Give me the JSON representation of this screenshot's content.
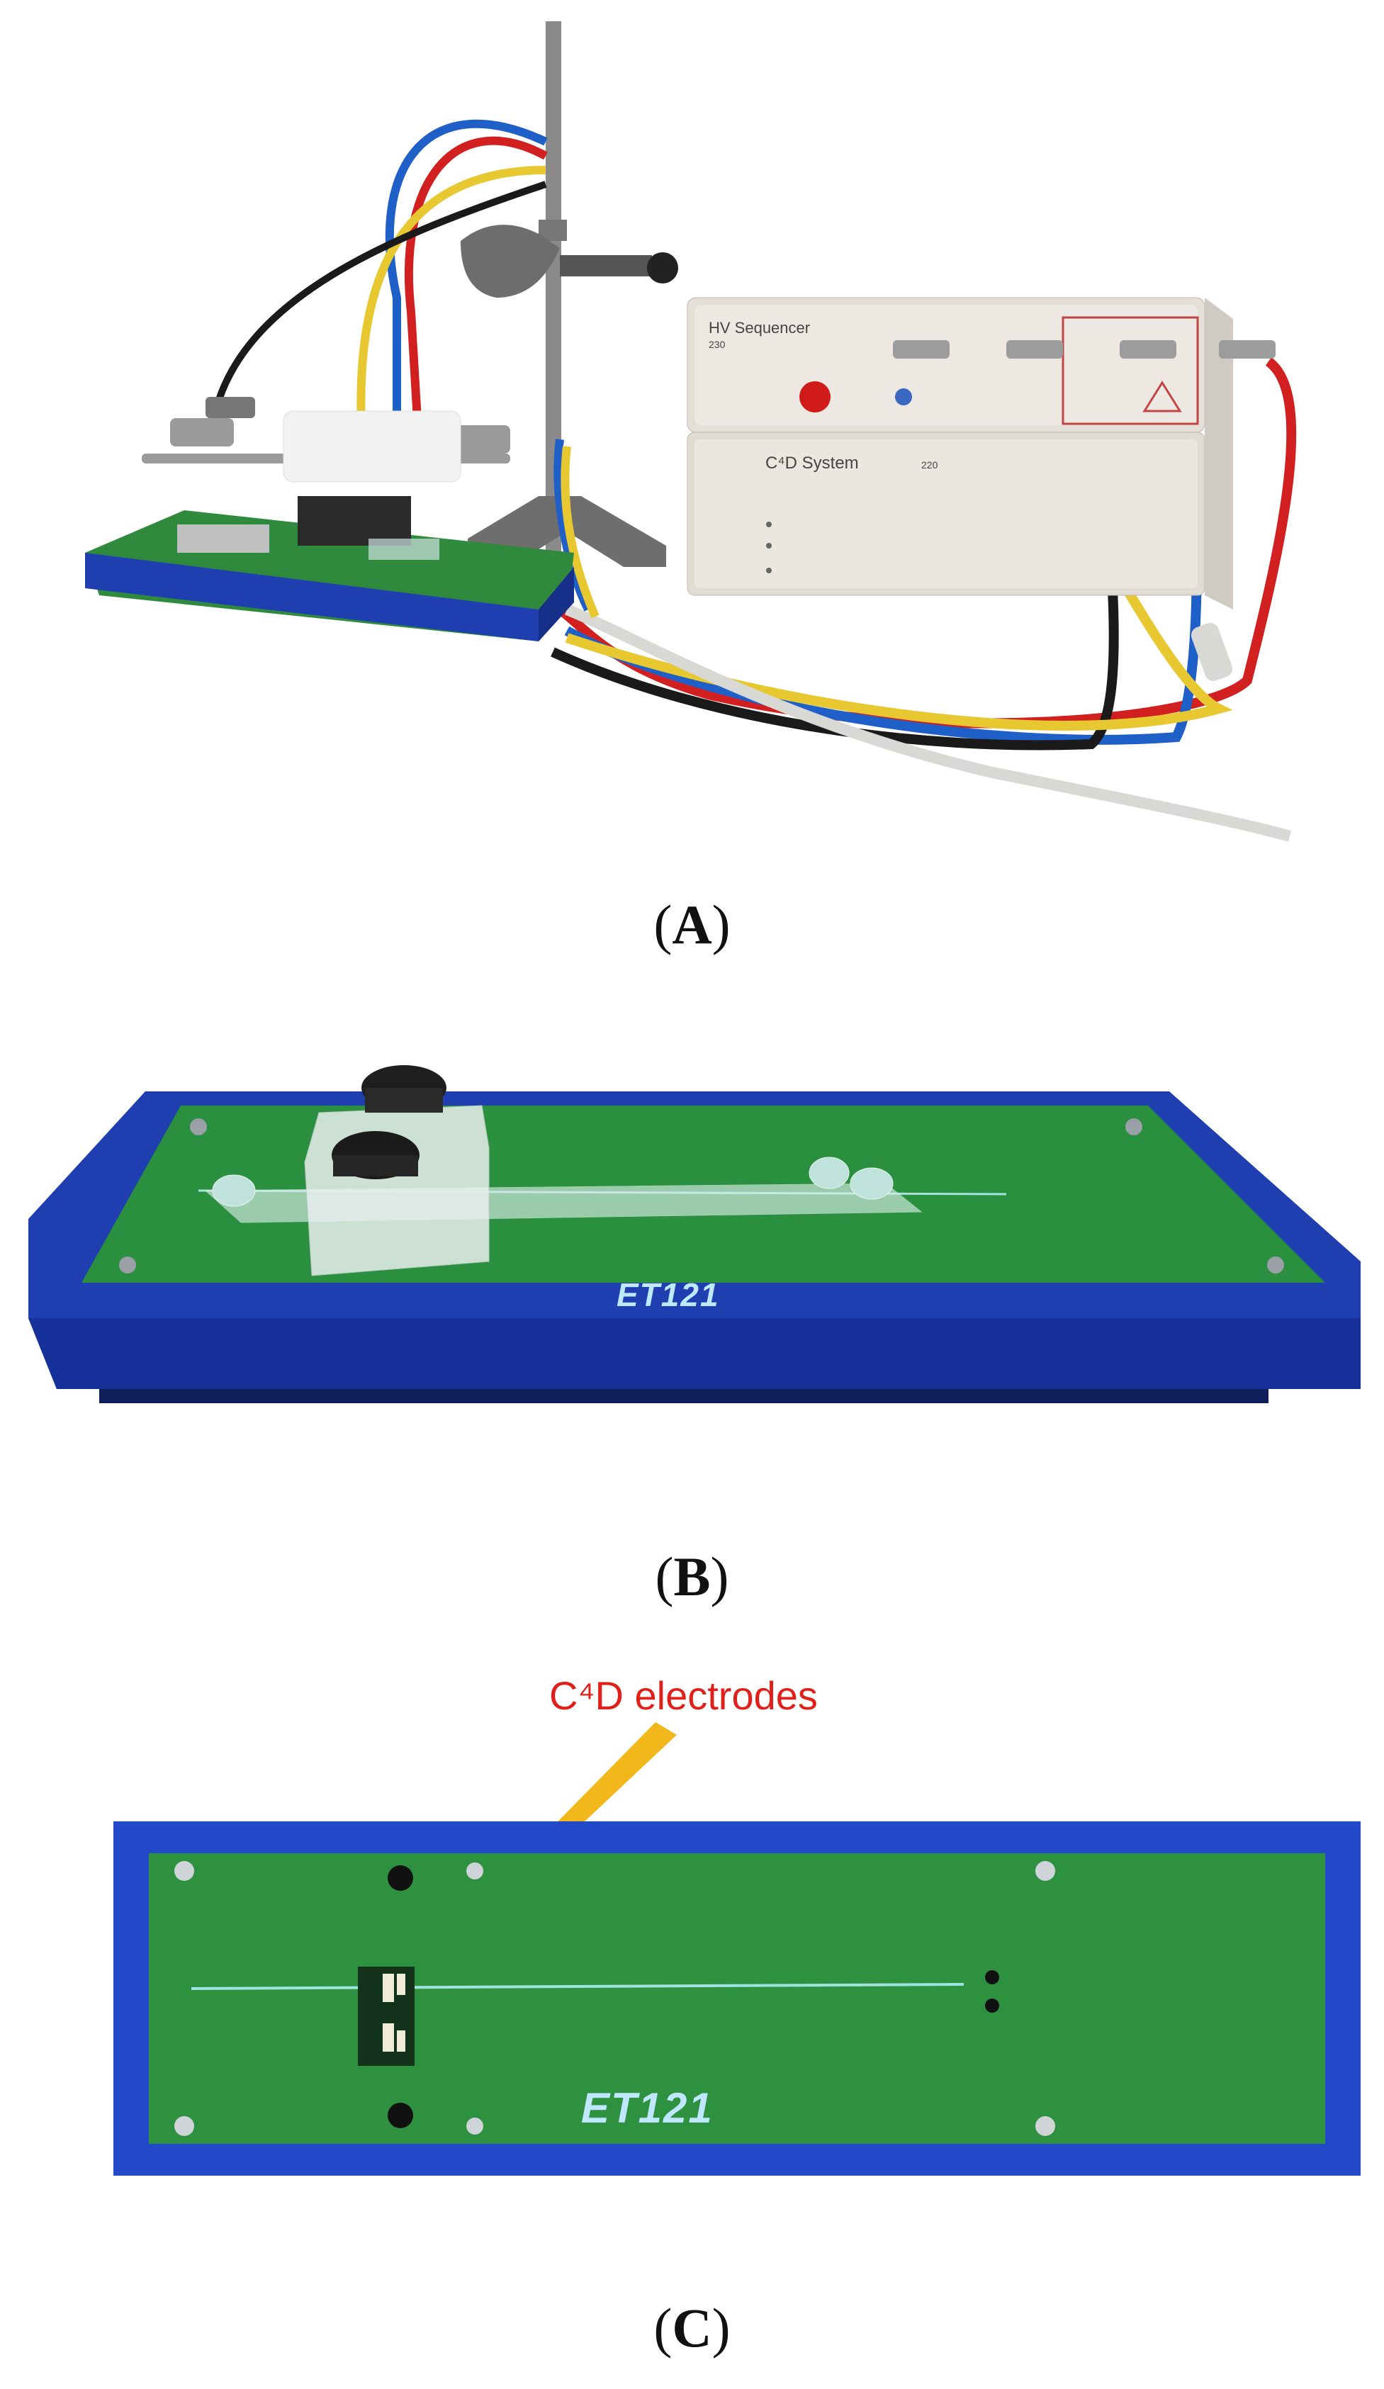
{
  "panels": [
    {
      "caption": "A",
      "devices": {
        "hv_sequencer_label": "HV Sequencer",
        "hv_model": "230",
        "c4d_label": "C⁴D System",
        "c4d_model": "220"
      }
    },
    {
      "caption": "B",
      "board_label": "ET121"
    },
    {
      "caption": "C",
      "board_label": "ET121",
      "annotation": "C⁴D electrodes"
    }
  ],
  "colors": {
    "case_blue": "#1f3fb0",
    "pcb_green": "#2a8f3e",
    "annotation_red": "#e0211b",
    "arrow_yellow": "#f2b71b"
  }
}
